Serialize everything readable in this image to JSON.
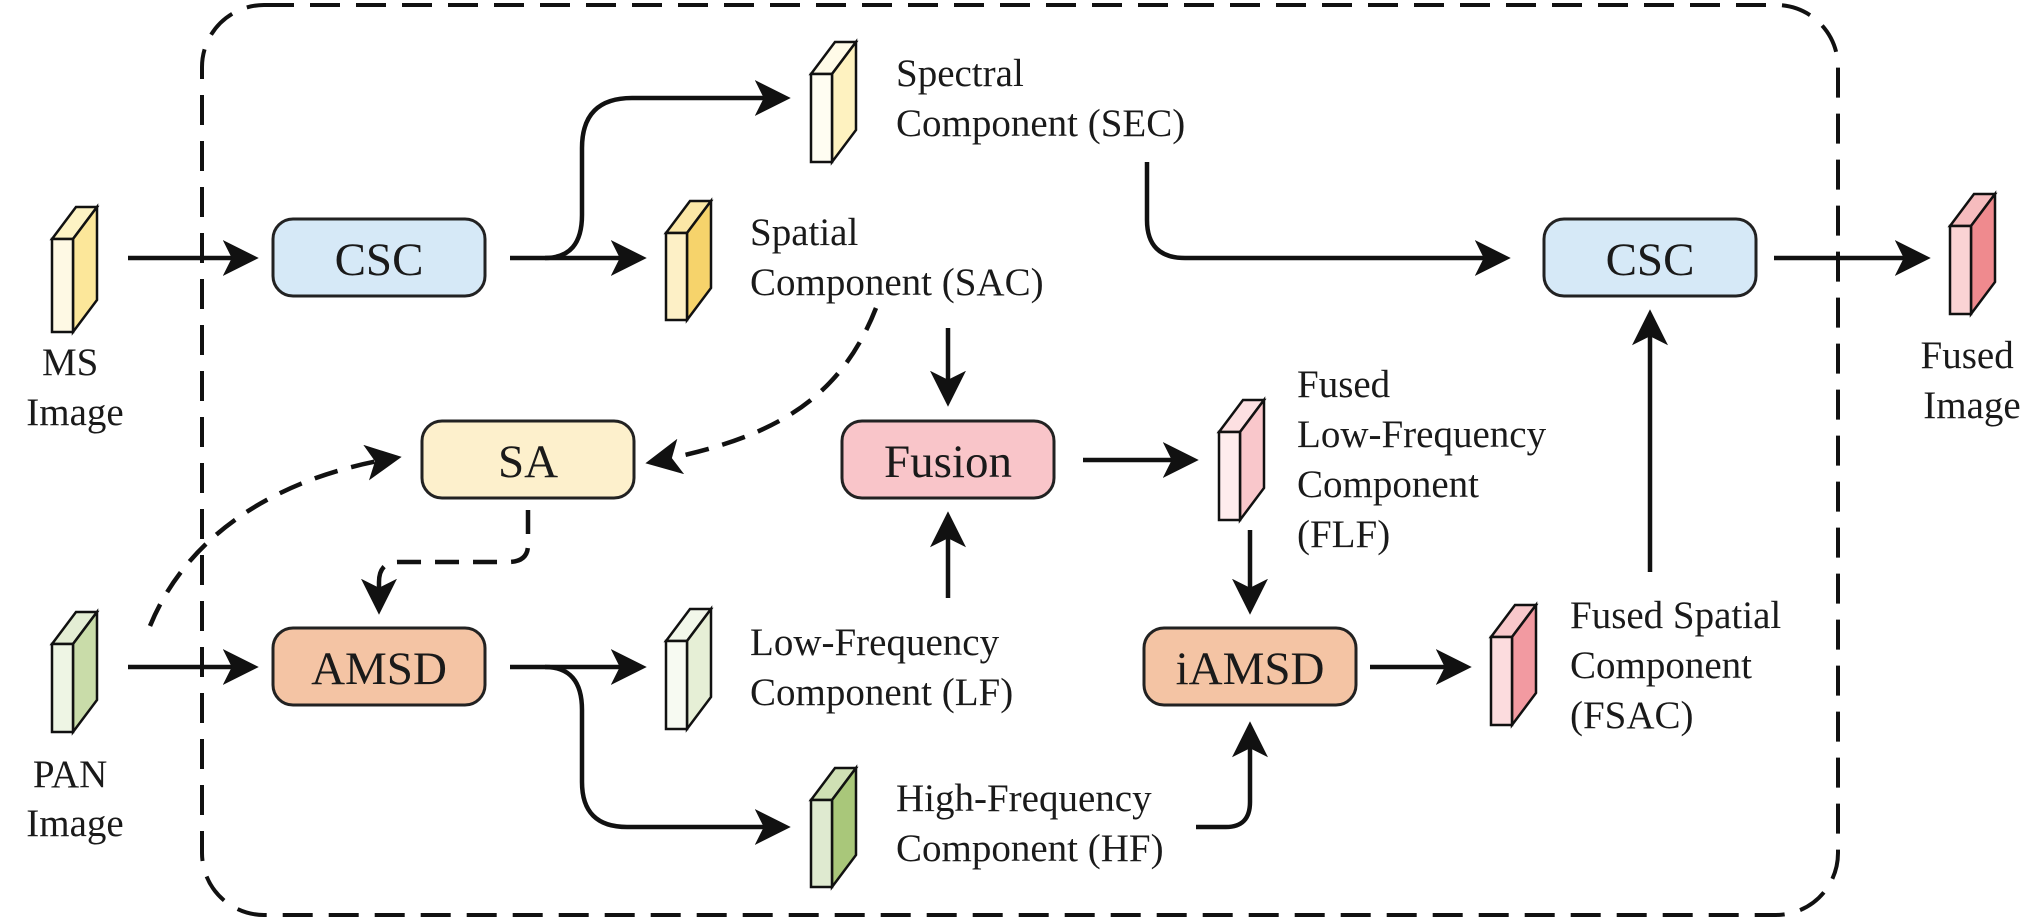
{
  "inputs": {
    "ms": [
      "MS",
      "Image"
    ],
    "pan": [
      "PAN",
      "Image"
    ]
  },
  "output": [
    "Fused",
    "Image"
  ],
  "blocks": {
    "csc_left": "CSC",
    "csc_right": "CSC",
    "sa": "SA",
    "amsd": "AMSD",
    "fusion": "Fusion",
    "iamsd": "iAMSD"
  },
  "components": {
    "sec": [
      "Spectral",
      "Component (SEC)"
    ],
    "sac": [
      "Spatial",
      "Component (SAC)"
    ],
    "lf": [
      "Low-Frequency",
      "Component (LF)"
    ],
    "hf": [
      "High-Frequency",
      "Component (HF)"
    ],
    "flf": [
      "Fused",
      "Low-Frequency",
      "Component",
      "(FLF)"
    ],
    "fsac": [
      "Fused Spatial",
      "Component",
      "(FSAC)"
    ]
  },
  "colors": {
    "csc": "#d6e9f7",
    "sa": "#fdf0cc",
    "amsd": "#f4c4a4",
    "fusion": "#f9c5c9",
    "ms_cube": "#fce79a",
    "sac_cube": "#f6d36b",
    "sec_cube": "#fef2c0",
    "pan_cube": "#c9dca9",
    "lf_cube": "#e6efd6",
    "hf_cube": "#a9c77a",
    "flf_cube": "#f9c7cb",
    "fsac_cube": "#f29aa1",
    "out_cube": "#ef8a8e"
  }
}
